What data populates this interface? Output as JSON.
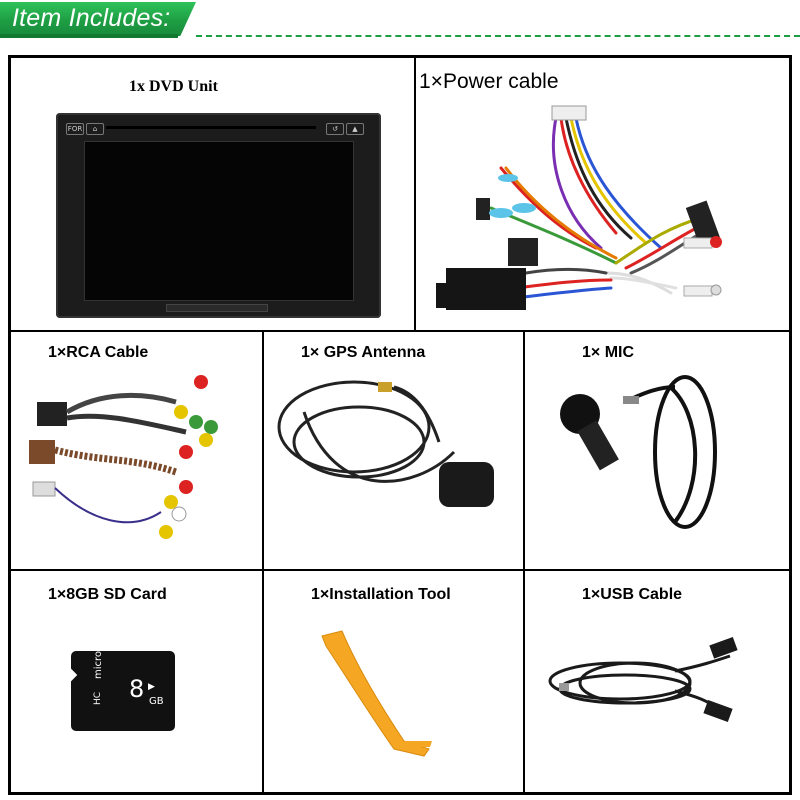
{
  "header": {
    "title": "Item Includes:"
  },
  "items": {
    "dvd_unit": "1x DVD Unit",
    "power_cable": "1×Power cable",
    "rca_cable": "1×RCA Cable",
    "gps_antenna": "1× GPS Antenna",
    "mic": "1× MIC",
    "sd_card": "1×8GB SD Card",
    "installation_tool": "1×Installation Tool",
    "usb_cable": "1×USB Cable"
  },
  "dvd_buttons": {
    "left1": "FOR",
    "left2": "⌂",
    "right1": "↺",
    "right2": "▲"
  },
  "sd_card_print": {
    "micro": "micro",
    "hc": "HC",
    "capacity": "8",
    "unit": "GB",
    "play": "▶"
  },
  "colors": {
    "accent_green": "#1e9e44",
    "tool_orange": "#f5a623"
  }
}
